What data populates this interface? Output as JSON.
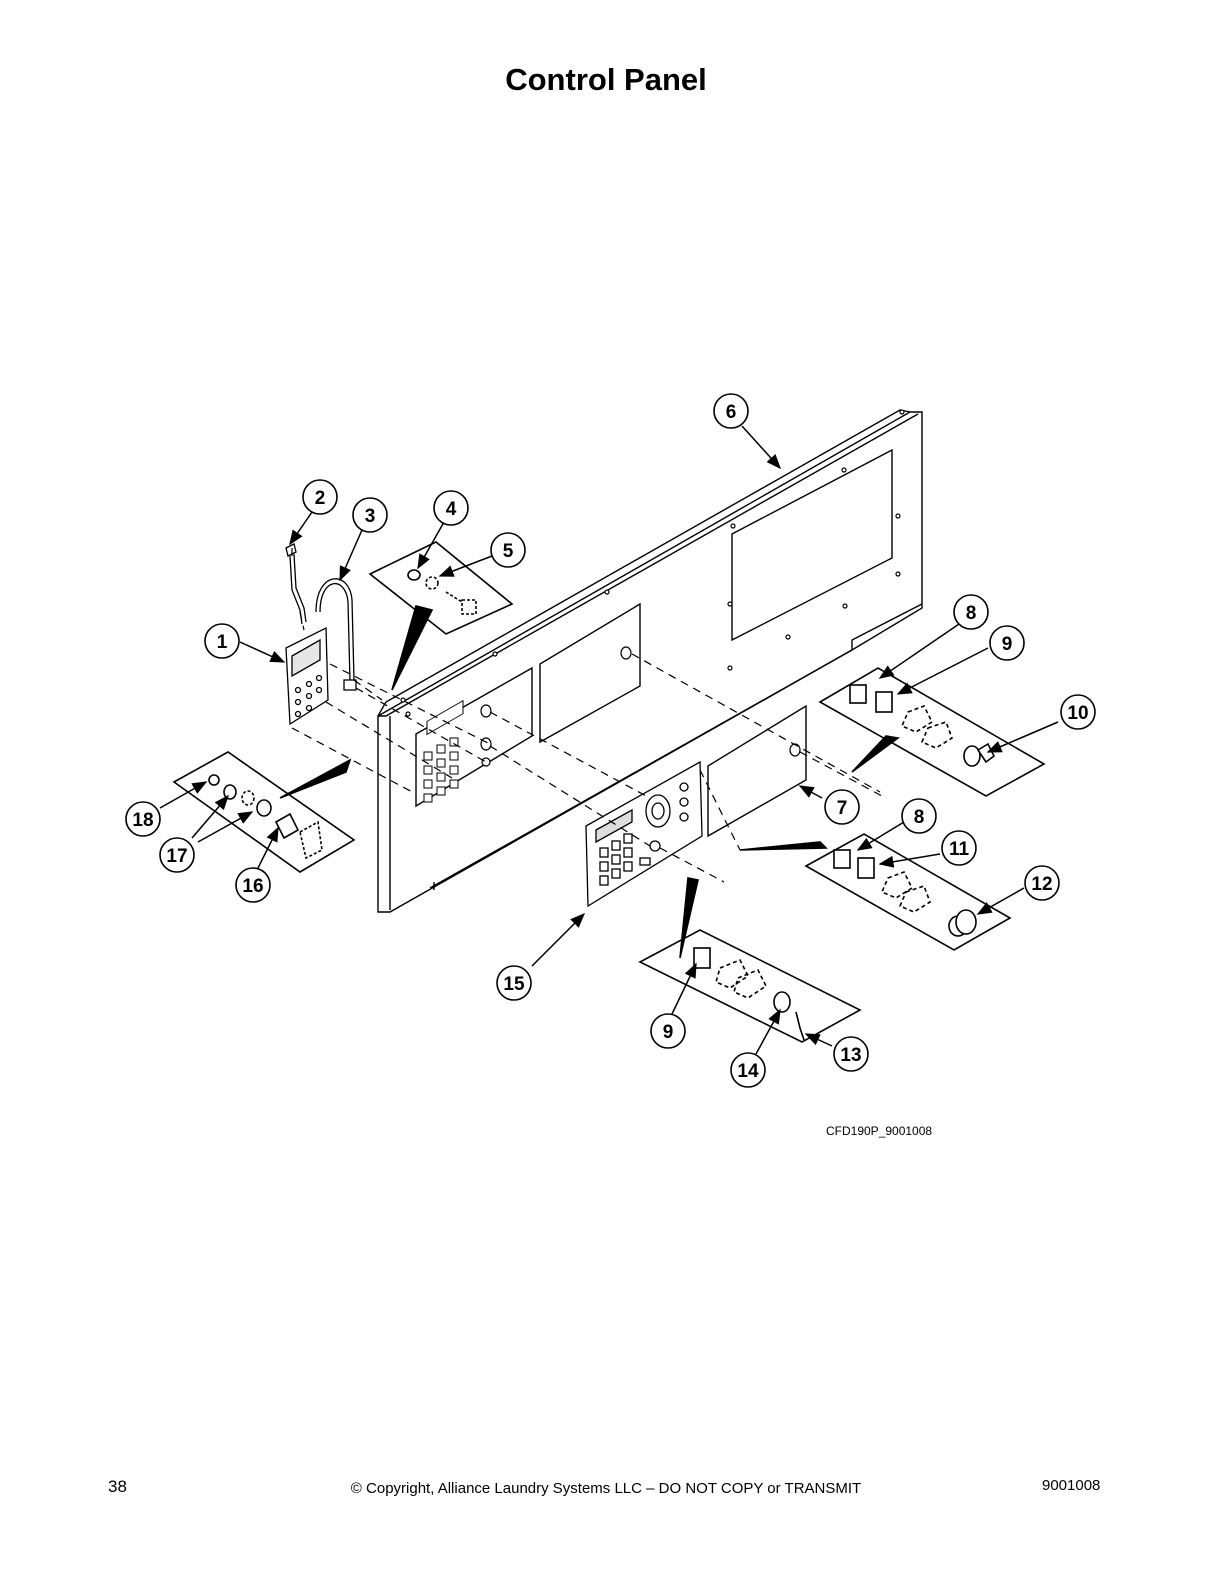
{
  "page": {
    "title": "Control Panel",
    "figure_code": "CFD190P_9001008",
    "page_number": "38",
    "copyright": "© Copyright, Alliance Laundry Systems LLC – DO NOT COPY or TRANSMIT",
    "doc_number": "9001008"
  },
  "diagram": {
    "callouts": [
      "1",
      "2",
      "3",
      "4",
      "5",
      "6",
      "7",
      "8",
      "9",
      "10",
      "8",
      "11",
      "12",
      "15",
      "9",
      "14",
      "13",
      "18",
      "17",
      "16"
    ]
  }
}
